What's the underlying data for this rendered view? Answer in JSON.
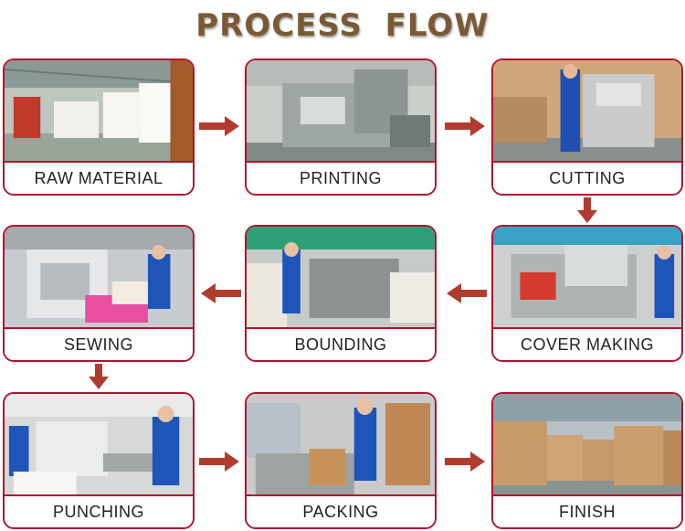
{
  "title": "PROCESS FLOW",
  "steps": [
    {
      "label": "RAW MATERIAL"
    },
    {
      "label": "PRINTING"
    },
    {
      "label": "CUTTING"
    },
    {
      "label": "SEWING"
    },
    {
      "label": "BOUNDING"
    },
    {
      "label": "COVER MAKING"
    },
    {
      "label": "PUNCHING"
    },
    {
      "label": "PACKING"
    },
    {
      "label": "FINISH"
    }
  ],
  "colors": {
    "border": "#b3132c",
    "arrow": "#b23b30",
    "title": "#7a5a35"
  }
}
